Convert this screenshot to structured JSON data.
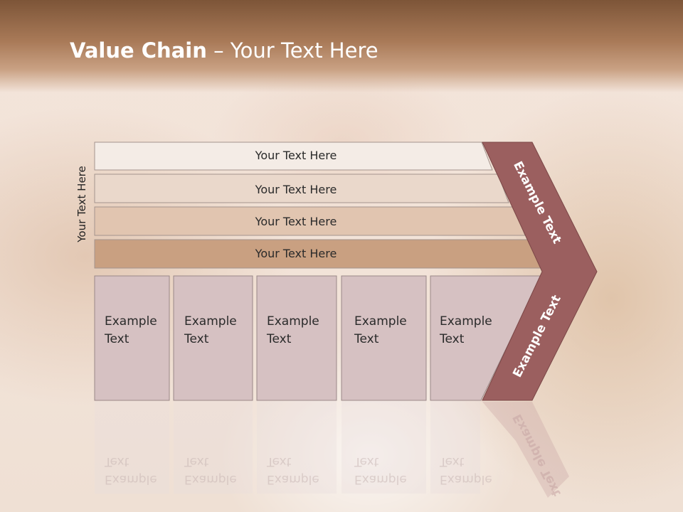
{
  "slide": {
    "title_bold": "Value Chain",
    "title_rest": " – Your Text Here",
    "side_label": "Your Text Here",
    "bars": [
      {
        "label": "Your Text Here",
        "color": "#f4ece6"
      },
      {
        "label": "Your Text Here",
        "color": "#ead8cb"
      },
      {
        "label": "Your Text Here",
        "color": "#e1c5b0"
      },
      {
        "label": "Your Text Here",
        "color": "#c9a081"
      }
    ],
    "cells": [
      {
        "label": "Example Text"
      },
      {
        "label": "Example Text"
      },
      {
        "label": "Example Text"
      },
      {
        "label": "Example Text"
      },
      {
        "label": "Example Text"
      }
    ],
    "chevron_top": "Example Text",
    "chevron_bottom": "Example Text",
    "colors": {
      "cell_fill": "#d6c1c2",
      "chevron_fill": "#9b5f5f",
      "header": "#8b5f40"
    }
  }
}
